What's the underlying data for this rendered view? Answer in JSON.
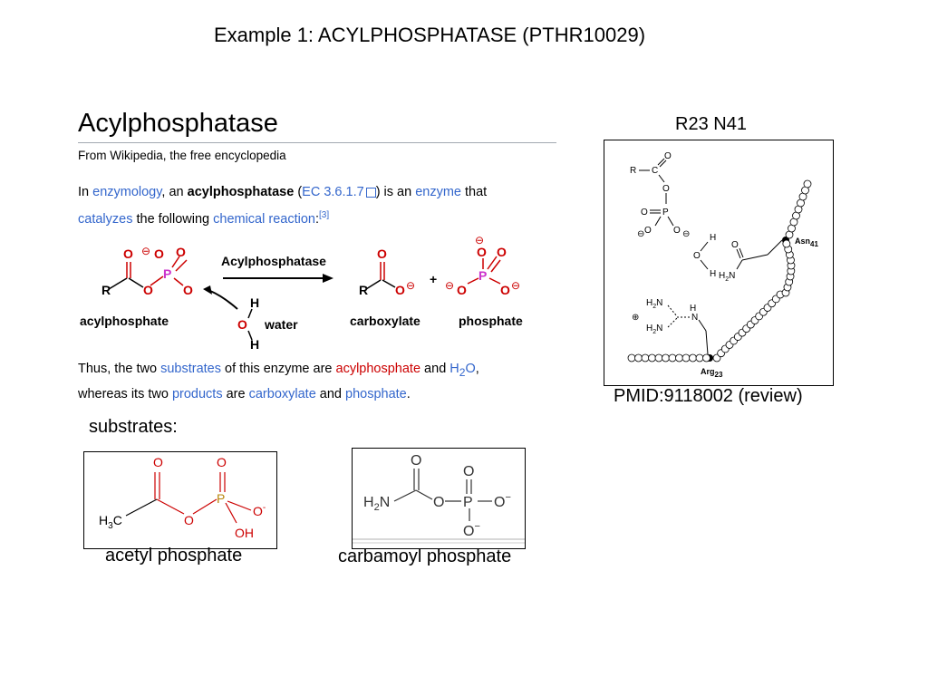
{
  "slide": {
    "title": "Example 1: ACYLPHOSPHATASE (PTHR10029)"
  },
  "wiki": {
    "heading": "Acylphosphatase",
    "subtitle": "From Wikipedia, the free encyclopedia",
    "p1": {
      "t1": "In ",
      "l1": "enzymology",
      "t2": ", an ",
      "b1": "acylphosphatase",
      "t3": " (",
      "l2": "EC 3.6.1.7",
      "t4": ") is an ",
      "l3": "enzyme",
      "t5": " that",
      "l4": "catalyzes",
      "t6": " the following ",
      "l5": "chemical reaction",
      "t7": ":",
      "ref": "[3]"
    },
    "reaction": {
      "enzyme": "Acylphosphatase",
      "left_label": "acylphosphate",
      "water_label": "water",
      "product1_label": "carboxylate",
      "product2_label": "phosphate",
      "plus": "+",
      "R": "R",
      "O": "O",
      "P": "P",
      "H": "H",
      "minus": "⊖"
    },
    "p2": {
      "t1": "Thus, the two ",
      "l1": "substrates",
      "t2": " of this enzyme are ",
      "r1": "acylphosphate",
      "t3": " and ",
      "l2": "H",
      "l2sub": "2",
      "l2b": "O",
      "t4": ",",
      "t5": "whereas its two ",
      "l3": "products",
      "t6": " are ",
      "l4": "carboxylate",
      "t7": " and ",
      "l5": "phosphate",
      "t8": "."
    }
  },
  "figure": {
    "label": "R23 N41",
    "caption": "PMID:9118002 (review)",
    "asn": "Asn",
    "asn_num": "41",
    "arg": "Arg",
    "arg_num": "23",
    "atoms": {
      "R": "R",
      "C": "C",
      "O": "O",
      "P": "P",
      "H": "H",
      "N": "N",
      "H2N": "H",
      "sub2": "2",
      "nminus": "⊖",
      "plus": "⊕"
    }
  },
  "substrates": {
    "label": "substrates:",
    "acetyl": {
      "caption": "acetyl phosphate",
      "O": "O",
      "P": "P",
      "O_minus": "O",
      "minus": "-",
      "OH": "OH",
      "H": "H",
      "C": "C",
      "sub3": "3"
    },
    "carbamoyl": {
      "caption": "carbamoyl phosphate",
      "O": "O",
      "P": "P",
      "N": "N",
      "H": "H",
      "sub2": "2",
      "minus": "−"
    }
  }
}
